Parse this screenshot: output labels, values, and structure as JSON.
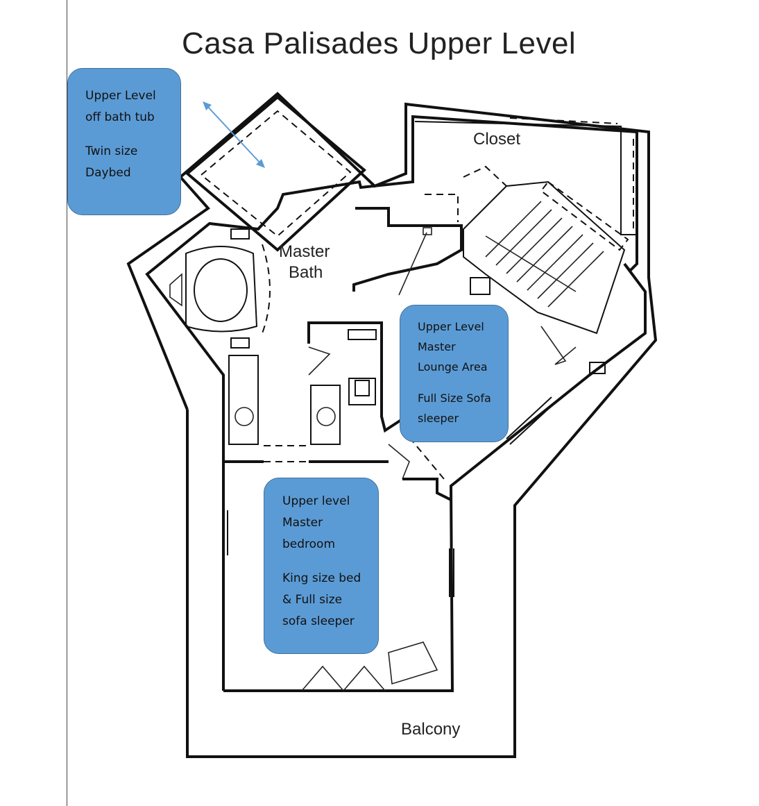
{
  "title": "Casa Palisades Upper Level",
  "rooms": {
    "closet": "Closet",
    "master_bath_line1": "Master",
    "master_bath_line2": "Bath",
    "balcony": "Balcony"
  },
  "callouts": [
    {
      "lines": [
        "Upper Level",
        "off bath tub"
      ],
      "detail": [
        "Twin size",
        "Daybed"
      ]
    },
    {
      "lines": [
        "Upper Level",
        "Master",
        "Lounge Area"
      ],
      "detail": [
        "Full Size Sofa",
        "sleeper"
      ]
    },
    {
      "lines": [
        "Upper level",
        "Master",
        "bedroom"
      ],
      "detail": [
        "King size bed",
        "& Full size",
        "sofa sleeper"
      ]
    }
  ],
  "colors": {
    "callout_fill": "#5b9bd5",
    "callout_border": "#41719c",
    "arrow": "#5b9bd5"
  }
}
